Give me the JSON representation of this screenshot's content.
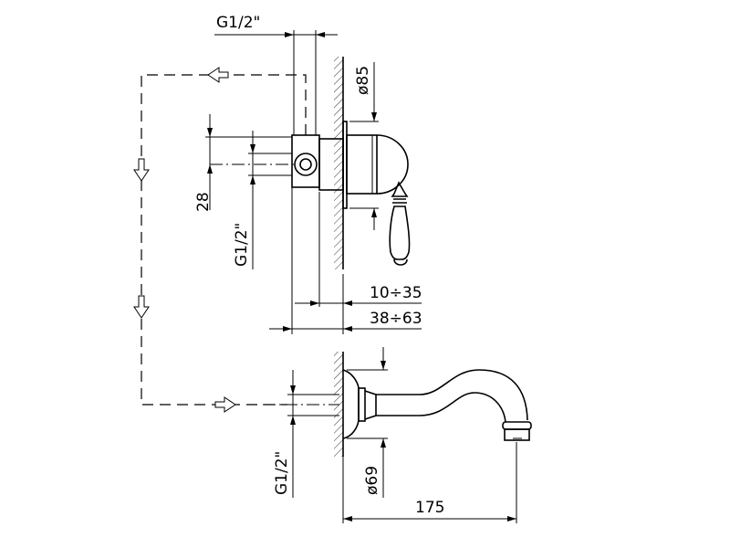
{
  "title": "Wall-mounted mixer with spout – technical drawing",
  "dimensions": {
    "top_thread": "G1/2\"",
    "inlet_spacing": "28",
    "inlet_thread": "G1/2\"",
    "valve_diameter": "ø85",
    "wall_depth_inner": "10÷35",
    "wall_depth_outer": "38÷63",
    "spout_thread": "G1/2\"",
    "spout_flange_diameter": "ø69",
    "spout_length": "175"
  },
  "colors": {
    "line": "#000000",
    "background": "#ffffff"
  }
}
